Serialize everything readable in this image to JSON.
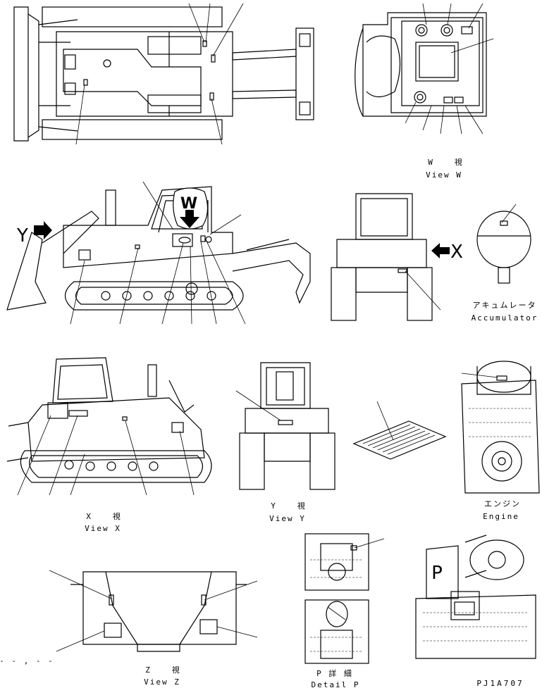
{
  "view_w": {
    "jp": "W　　視",
    "en": "View W",
    "marker": "W"
  },
  "view_x": {
    "jp": "X　　視",
    "en": "View X",
    "marker": "X"
  },
  "view_y": {
    "jp": "Y　　視",
    "en": "View Y",
    "marker": "Y"
  },
  "view_z": {
    "jp": "Z　　視",
    "en": "View Z"
  },
  "accumulator": {
    "jp": "アキュムレータ",
    "en": "Accumulator"
  },
  "engine": {
    "jp": "エンジン",
    "en": "Engine"
  },
  "detail_p": {
    "jp": "P 詳 細",
    "en": "Detail P",
    "marker": "P"
  },
  "drawing_number": "PJ1A707",
  "scale_marks": "- - , - -"
}
